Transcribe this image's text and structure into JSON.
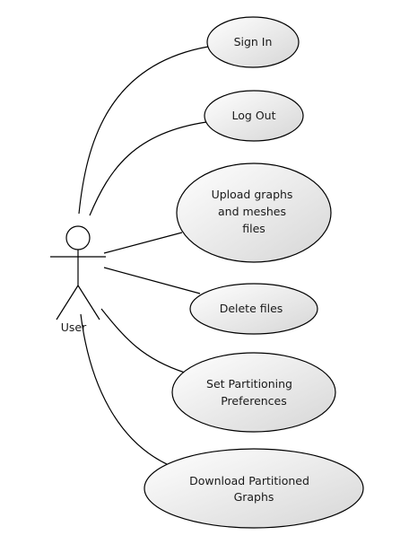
{
  "actor": {
    "name": "User"
  },
  "use_cases": [
    {
      "id": "sign-in",
      "lines": [
        "Sign In"
      ]
    },
    {
      "id": "log-out",
      "lines": [
        "Log Out"
      ]
    },
    {
      "id": "upload-files",
      "lines": [
        "Upload graphs",
        "and meshes",
        "files"
      ]
    },
    {
      "id": "delete-files",
      "lines": [
        "Delete files"
      ]
    },
    {
      "id": "set-preferences",
      "lines": [
        "Set Partitioning",
        "Preferences"
      ]
    },
    {
      "id": "download-graphs",
      "lines": [
        "Download Partitioned",
        "Graphs"
      ]
    }
  ],
  "colors": {
    "stroke": "#000000",
    "fill_light": "#ffffff",
    "fill_dark": "#d6d6d6"
  }
}
